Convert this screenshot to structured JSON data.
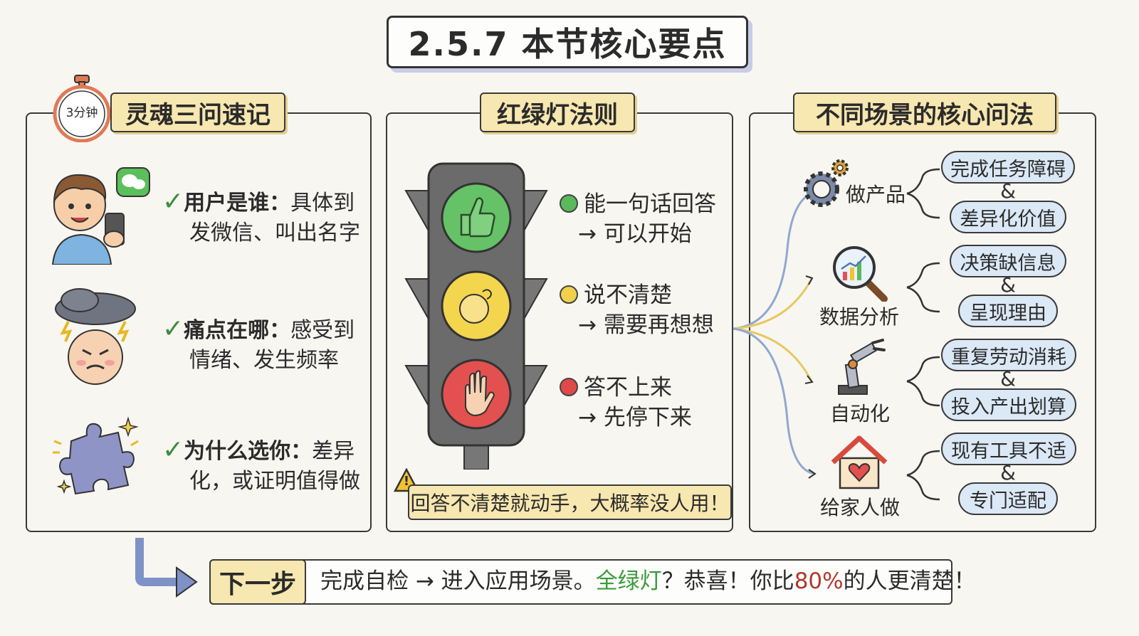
{
  "title": "2.5.7 本节核心要点",
  "left_panel": {
    "timer_label": "3分钟",
    "heading": "灵魂三问速记",
    "items": [
      {
        "title": "用户是谁：",
        "text1": "具体到",
        "text2": "发微信、叫出名字"
      },
      {
        "title": "痛点在哪：",
        "text1": "感受到",
        "text2": "情绪、发生频率"
      },
      {
        "title": "为什么选你：",
        "text1": "差异",
        "text2": "化，或证明值得做"
      }
    ],
    "check_glyph": "✓"
  },
  "middle_panel": {
    "heading": "红绿灯法则",
    "lights": [
      {
        "line1": "能一句话回答",
        "line2": "→ 可以开始",
        "color": "#5cb85c"
      },
      {
        "line1": "说不清楚",
        "line2": "→ 需要再想想",
        "color": "#f2d04a"
      },
      {
        "line1": "答不上来",
        "line2": "→ 先停下来",
        "color": "#e0494a"
      }
    ],
    "warning": "回答不清楚就动手，大概率没人用！",
    "warning_icon": "!"
  },
  "right_panel": {
    "heading": "不同场景的核心问法",
    "scenes": [
      {
        "label": "做产品",
        "icon": "gears-icon",
        "q1": "完成任务障碍",
        "q2": "差异化价值"
      },
      {
        "label": "数据分析",
        "icon": "magnifier-chart-icon",
        "q1": "决策缺信息",
        "q2": "呈现理由"
      },
      {
        "label": "自动化",
        "icon": "robot-arm-icon",
        "q1": "重复劳动消耗",
        "q2": "投入产出划算"
      },
      {
        "label": "给家人做",
        "icon": "house-heart-icon",
        "q1": "现有工具不适",
        "q2": "专门适配"
      }
    ],
    "amp": "&"
  },
  "next_step": {
    "tag": "下一步",
    "part1": "完成自检 → 进入应用场景。",
    "green": "全绿灯",
    "part2": "？恭喜！你比",
    "pct": "80%",
    "part3": "的人更清楚！"
  },
  "colors": {
    "accent_yellow": "#f7e7b0",
    "pill_blue": "#dbe8f6",
    "green_text": "#3c9a3c",
    "red_text": "#b03a2e"
  }
}
